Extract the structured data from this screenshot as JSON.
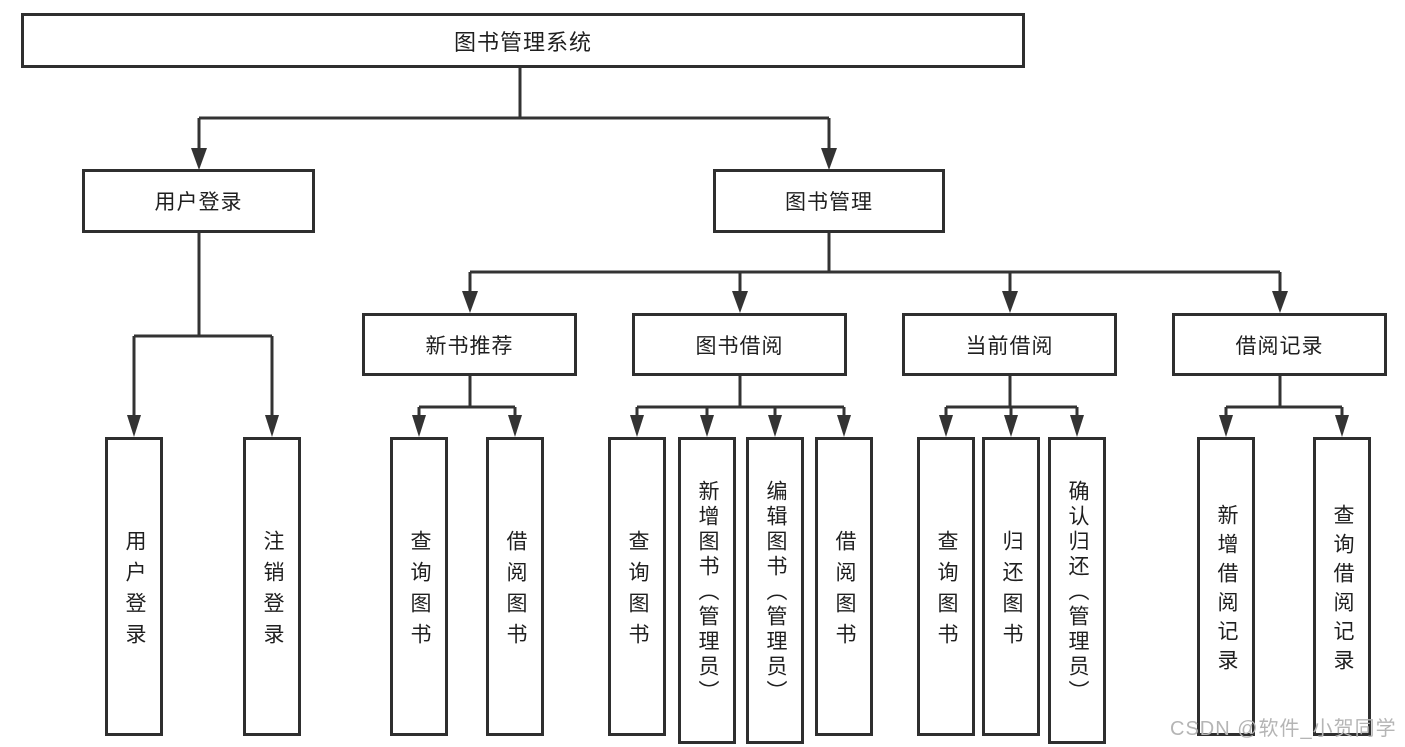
{
  "colors": {
    "line": "#333333",
    "box_border": "#2f2f2f",
    "text": "#1f1f1f",
    "background": "#ffffff",
    "watermark": "#b5b5b5"
  },
  "nodes": {
    "root": {
      "label": "图书管理系统"
    },
    "user_login": {
      "label": "用户登录"
    },
    "book_management": {
      "label": "图书管理"
    },
    "new_book_recommend": {
      "label": "新书推荐"
    },
    "book_borrowing": {
      "label": "图书借阅"
    },
    "current_borrowing": {
      "label": "当前借阅"
    },
    "borrowing_records": {
      "label": "借阅记录"
    },
    "leaf_user_login": {
      "label": "用户登录"
    },
    "leaf_logout": {
      "label": "注销登录"
    },
    "leaf_query_books_recommend": {
      "label": "查询图书"
    },
    "leaf_borrow_books_recommend": {
      "label": "借阅图书"
    },
    "leaf_query_books_borrowing": {
      "label": "查询图书"
    },
    "leaf_add_books_admin": {
      "label": "新增图书（管理员）"
    },
    "leaf_edit_books_admin": {
      "label": "编辑图书（管理员）"
    },
    "leaf_borrow_books_borrowing": {
      "label": "借阅图书"
    },
    "leaf_query_books_current": {
      "label": "查询图书"
    },
    "leaf_return_books": {
      "label": "归还图书"
    },
    "leaf_confirm_return_admin": {
      "label": "确认归还（管理员）"
    },
    "leaf_add_borrow_record": {
      "label": "新增借阅记录"
    },
    "leaf_query_borrow_record": {
      "label": "查询借阅记录"
    }
  },
  "watermark": {
    "text": "CSDN @软件_小贺同学"
  }
}
